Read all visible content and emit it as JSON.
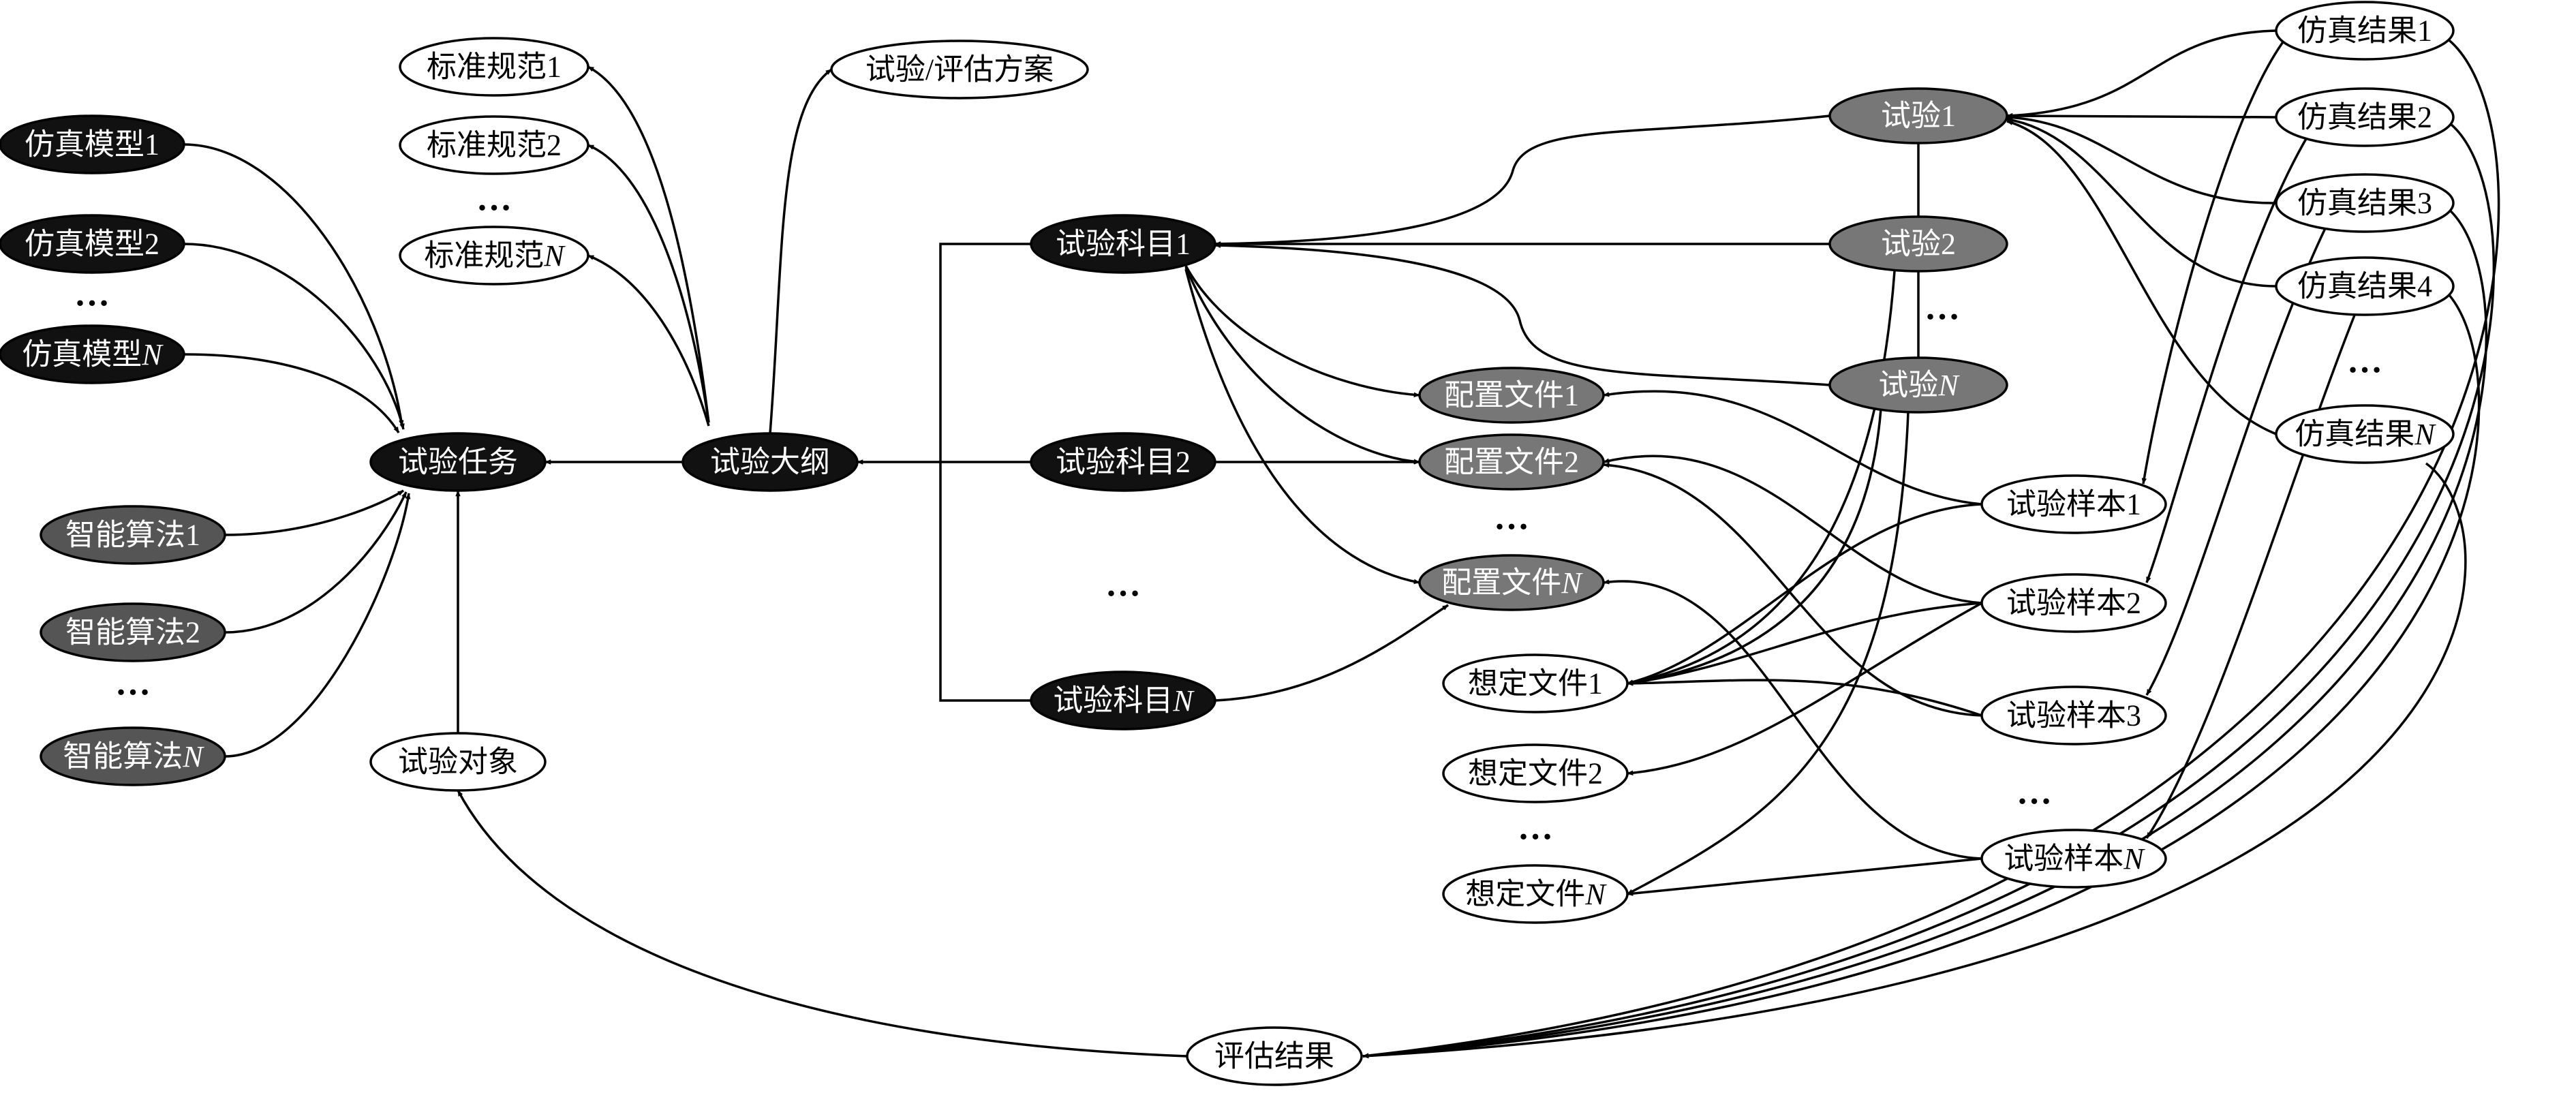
{
  "nodes": {
    "sim_model_1": {
      "text": "仿真模型1",
      "suffix": "",
      "fill": "#111111"
    },
    "sim_model_2": {
      "text": "仿真模型2",
      "suffix": "",
      "fill": "#111111"
    },
    "sim_model_n": {
      "text": "仿真模型",
      "suffix": "N",
      "fill": "#111111"
    },
    "algo_1": {
      "text": "智能算法1",
      "suffix": "",
      "fill": "#555555"
    },
    "algo_2": {
      "text": "智能算法2",
      "suffix": "",
      "fill": "#555555"
    },
    "algo_n": {
      "text": "智能算法",
      "suffix": "N",
      "fill": "#555555"
    },
    "test_task": {
      "text": "试验任务",
      "suffix": "",
      "fill": "#111111"
    },
    "test_object": {
      "text": "试验对象",
      "suffix": "",
      "fill": "#ffffff"
    },
    "std_1": {
      "text": "标准规范1",
      "suffix": "",
      "fill": "#ffffff"
    },
    "std_2": {
      "text": "标准规范2",
      "suffix": "",
      "fill": "#ffffff"
    },
    "std_n": {
      "text": "标准规范",
      "suffix": "N",
      "fill": "#ffffff"
    },
    "plan": {
      "text": "试验/评估方案",
      "suffix": "",
      "fill": "#ffffff"
    },
    "outline": {
      "text": "试验大纲",
      "suffix": "",
      "fill": "#111111"
    },
    "subject_1": {
      "text": "试验科目1",
      "suffix": "",
      "fill": "#111111"
    },
    "subject_2": {
      "text": "试验科目2",
      "suffix": "",
      "fill": "#111111"
    },
    "subject_n": {
      "text": "试验科目",
      "suffix": "N",
      "fill": "#111111"
    },
    "config_1": {
      "text": "配置文件1",
      "suffix": "",
      "fill": "#777777"
    },
    "config_2": {
      "text": "配置文件2",
      "suffix": "",
      "fill": "#777777"
    },
    "config_n": {
      "text": "配置文件",
      "suffix": "N",
      "fill": "#777777"
    },
    "scenario_1": {
      "text": "想定文件1",
      "suffix": "",
      "fill": "#ffffff"
    },
    "scenario_2": {
      "text": "想定文件2",
      "suffix": "",
      "fill": "#ffffff"
    },
    "scenario_n": {
      "text": "想定文件",
      "suffix": "N",
      "fill": "#ffffff"
    },
    "test_1": {
      "text": "试验1",
      "suffix": "",
      "fill": "#777777"
    },
    "test_2": {
      "text": "试验2",
      "suffix": "",
      "fill": "#777777"
    },
    "test_n": {
      "text": "试验",
      "suffix": "N",
      "fill": "#777777"
    },
    "sample_1": {
      "text": "试验样本1",
      "suffix": "",
      "fill": "#ffffff"
    },
    "sample_2": {
      "text": "试验样本2",
      "suffix": "",
      "fill": "#ffffff"
    },
    "sample_3": {
      "text": "试验样本3",
      "suffix": "",
      "fill": "#ffffff"
    },
    "sample_n": {
      "text": "试验样本",
      "suffix": "N",
      "fill": "#ffffff"
    },
    "result_1": {
      "text": "仿真结果1",
      "suffix": "",
      "fill": "#ffffff"
    },
    "result_2": {
      "text": "仿真结果2",
      "suffix": "",
      "fill": "#ffffff"
    },
    "result_3": {
      "text": "仿真结果3",
      "suffix": "",
      "fill": "#ffffff"
    },
    "result_4": {
      "text": "仿真结果4",
      "suffix": "",
      "fill": "#ffffff"
    },
    "result_n": {
      "text": "仿真结果",
      "suffix": "N",
      "fill": "#ffffff"
    },
    "eval_result": {
      "text": "评估结果",
      "suffix": "",
      "fill": "#ffffff"
    }
  },
  "ellipsis": "…",
  "colors": {
    "dark": "#111111",
    "gray": "#555555",
    "light_gray": "#777777",
    "white": "#ffffff",
    "line": "#000000"
  }
}
